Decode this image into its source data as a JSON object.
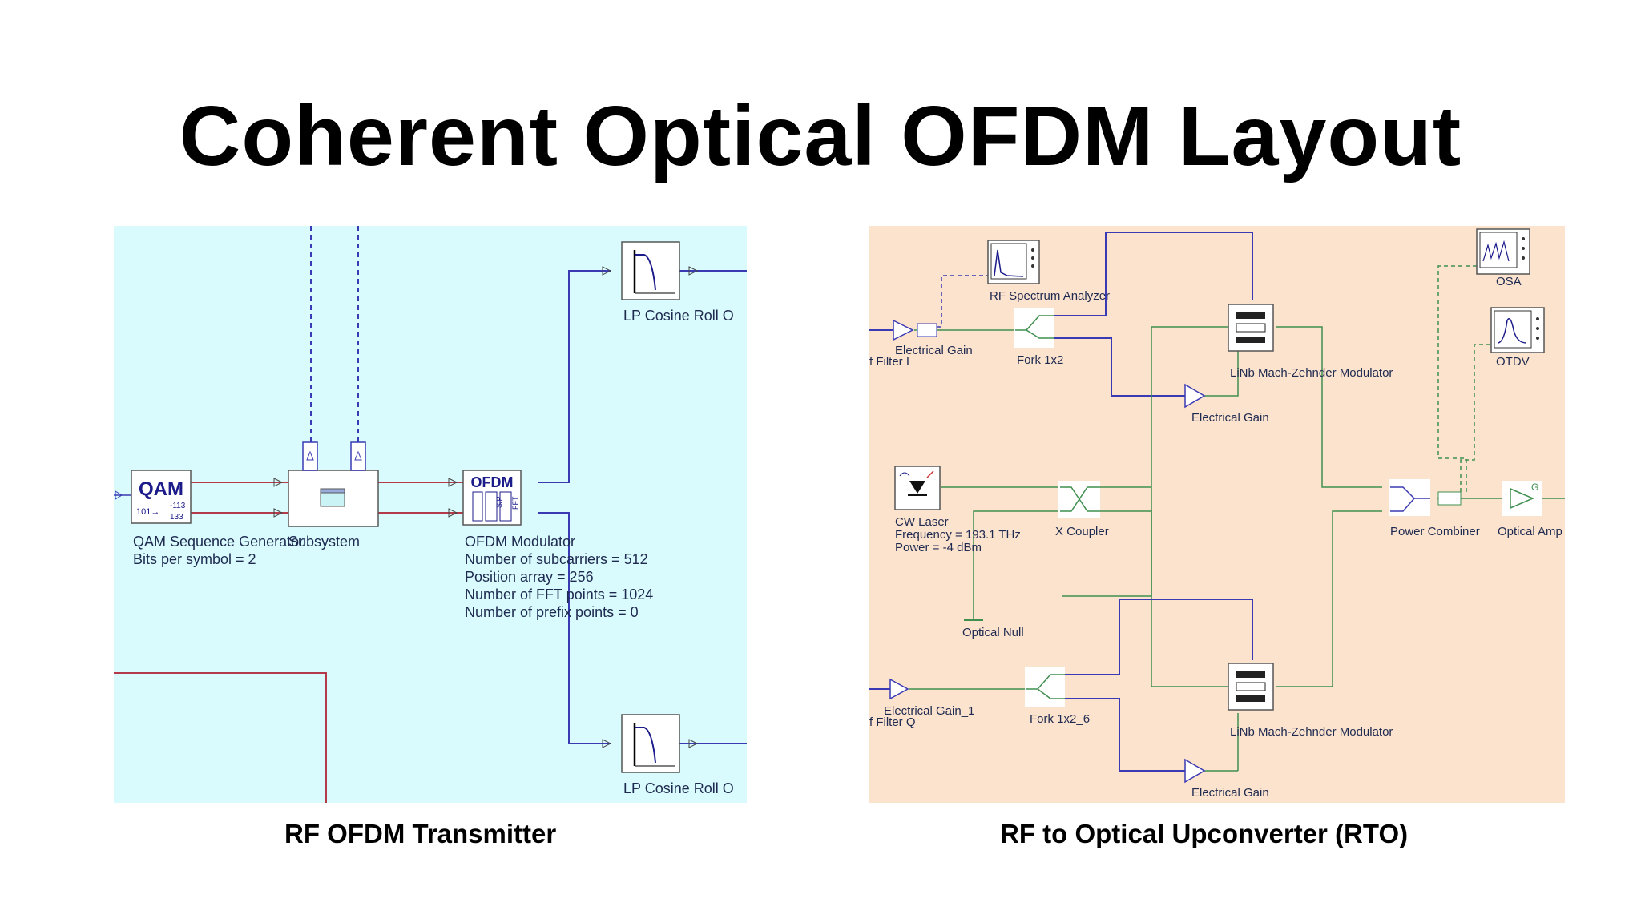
{
  "title": "Coherent Optical OFDM Layout",
  "left_panel": {
    "caption": "RF OFDM Transmitter",
    "qam_icon_text": "QAM",
    "ofdm_icon_text": "OFDM",
    "qam_label": "QAM Sequence Generator",
    "qam_param": "Bits per symbol = 2",
    "subsystem_label": "Subsystem",
    "ofdm_label": "OFDM Modulator",
    "ofdm_params": [
      "Number of subcarriers = 512",
      "Position array =  256",
      "Number of FFT points = 1024",
      "Number of prefix points = 0"
    ],
    "lp_filter_top": "LP Cosine Roll O",
    "lp_filter_bottom": "LP Cosine Roll O"
  },
  "right_panel": {
    "caption": "RF to Optical Upconverter (RTO)",
    "rf_spectrum_analyzer": "RF Spectrum Analyzer",
    "electrical_gain_top": "Electrical Gain",
    "filter_i": "f Filter I",
    "fork_top": "Fork 1x2",
    "mzm_top": "LiNb Mach-Zehnder Modulator",
    "electrical_gain_mid": "Electrical Gain",
    "cw_laser": "CW Laser",
    "cw_frequency": "Frequency = 193.1  THz",
    "cw_power": "Power = -4  dBm",
    "x_coupler": "X Coupler",
    "optical_null": "Optical Null",
    "osa": "OSA",
    "otdv": "OTDV",
    "power_combiner": "Power Combiner",
    "optical_amp": "Optical Amp",
    "electrical_gain_1": "Electrical Gain_1",
    "filter_q": "f Filter Q",
    "fork_bottom": "Fork 1x2_6",
    "mzm_bottom": "LiNb Mach-Zehnder Modulator",
    "electrical_gain_bottom": "Electrical Gain"
  },
  "colors": {
    "left_background": "#d9fbfd",
    "right_background": "#fce3ce",
    "electrical_wire": "#3a3ab4",
    "optical_wire": "#3f8f4f",
    "qam_wire": "#b43a4a"
  }
}
